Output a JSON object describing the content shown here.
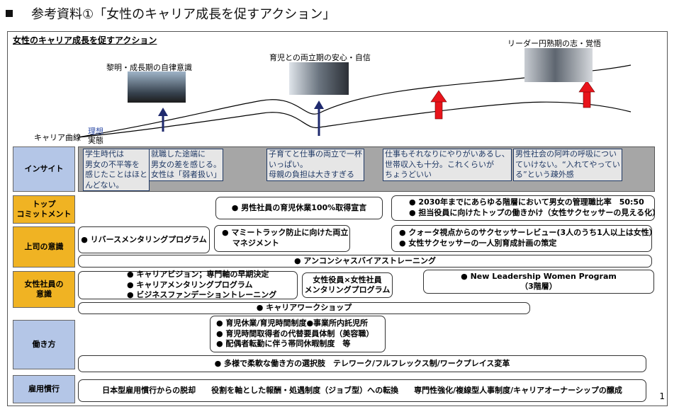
{
  "title": "参考資料①「女性のキャリア成長を促すアクション」",
  "subtitle": "女性のキャリア成長を促すアクション",
  "career": {
    "curve_label": "キャリア曲線",
    "ideal_label": "理想",
    "actual_label": "実態",
    "stage1": "黎明・成長期の自律意識",
    "stage2": "育児との両立期の安心・自信",
    "stage3": "リーダー円熟期の志・覚悟"
  },
  "rows": {
    "insight": "インサイト",
    "top": "トップ\nコミットメント",
    "boss": "上司の意識",
    "women": "女性社員の\n意識",
    "work": "働き方",
    "employment": "雇用慣行"
  },
  "insights": [
    "学生時代は\n男女の不平等を\n感じたことはほと\nんどない。",
    "就職した途端に\n男女の差を感じる。\n女性は「弱者扱い」",
    "子育てと仕事の両立で一杯\nいっぱい。\n母親の負担は大きすぎる",
    "仕事もそれなりにやりがいあるし、\n世帯収入も十分。これくらいが\nちょうどいい",
    "男性社会の阿吽の呼吸につい\nていけない。“入れてやってい\nる”という疎外感"
  ],
  "top_commitment": {
    "paternity": "● 男性社員の育児休業100%取得宣言",
    "targets": "● 2030年までにあらゆる階層において男女の管理職比率　50:50\n● 担当役員に向けたトップの働きかけ（女性サクセッサーの見える化）"
  },
  "boss": {
    "reverse": "● リバースメンタリングプログラム",
    "mommy": "● マミートラック防止に向けた両立\n　 マネジメント",
    "quota": "● クォータ視点からのサクセッサーレビュー(3人のうち1人以上は女性）\n● 女性サクセッサーの一人別育成計画の策定",
    "unconscious": "● アンコンシャスバイアストレーニング"
  },
  "women": {
    "vision": "● キャリアビジョン；専門軸の早期決定\n● キャリアメンタリングプログラム\n● ビジネスファンデーショントレーニング",
    "mentoring": "女性役員×女性社員\nメンタリングプログラム",
    "nlw": "● New Leadership Women Program\n（3階層）",
    "workshop": "● キャリアワークショップ"
  },
  "work": {
    "childcare": "● 育児休業/育児時間制度●事業所内託児所\n● 育児時間取得者の代替要員体制（美容職）\n● 配偶者転勤に伴う帯同休暇制度　等",
    "flexible": "● 多様で柔軟な働き方の選択肢　テレワーク/フルフレックス制/ワークプレイス変革"
  },
  "employment": {
    "text": "日本型雇用慣行からの脱却　　役割を軸とした報酬・処遇制度（ジョブ型）への転換　　専門性強化/複線型人事制度/キャリアオーナーシップの醸成"
  },
  "page_number": "1",
  "colors": {
    "category_orange": "#f0b323",
    "category_blue": "#b4c6e7",
    "arrow_red": "#e8141b",
    "arrow_navy": "#1f2a6e"
  }
}
